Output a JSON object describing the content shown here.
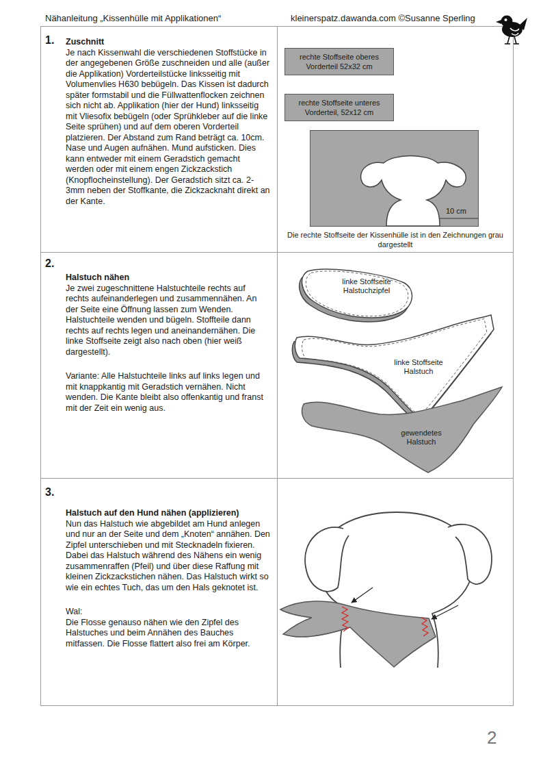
{
  "diagram": {
    "title": "Nähanleitung „Kissenhülle mit Applikationen“",
    "nodes": [
      {
        "text": [
          "1.",
          "Zuschnitt",
          "Je nach Kissenwahl die verschiedenen Stoffstücke in der angegebenen Größe zuschneiden und alle (außer die Applikation) Vorderteilstücke linksseitig mit Volumenvlies H630 bebügeln. Das Kissen ist dadurch später formstabil und die Füllwattenflocken zeichnen sich nicht ab. Applikation (hier der Hund) linksseitig mit Vliesofix bebügeln (oder Sprühkleber auf die linke Seite sprühen) und auf dem oberen Vorderteil platzieren. Der Abstand zum Rand beträgt ca. 10cm. Nase und Augen aufnähen. Mund aufsticken. Dies kann entweder mit einem Geradstich gemacht werden oder mit einem engen Zickzackstich (Knopflocheinstellung). Der Geradstich sitzt ca. 2-3mm neben der Stoffkante, die Zickzacknaht direkt an der Kante."
        ]
      },
      {
        "text": [
          "rechte Stoffseite oberes Vorderteil 52x32 cm"
        ]
      },
      {
        "text": [
          "rechte Stoffseite unteres Vorderteil, 52x12 cm"
        ]
      },
      {
        "text": [
          "2.",
          "Halstuch nähen",
          "Je zwei zugeschnittene Halstuchteile rechts auf rechts aufeinanderlegen und zusammennähen. An der Seite eine Öffnung lassen zum Wenden. Halstuchteile wenden und bügeln. Stoffteile dann rechts auf rechts legen und aneinandernähen. Die linke Stoffseite zeigt also nach oben (hier weiß dargestellt).",
          "Variante: Alle Halstuchteile links auf links legen und mit knappkantig mit Geradstich vernähen. Nicht wenden. Die Kante bleibt also offenkantig und franst mit der Zeit ein wenig aus."
        ]
      },
      {
        "text": [
          "linke Stoffseite Halstuchzipfel"
        ]
      },
      {
        "text": [
          "linke Stoffseite Halstuch"
        ]
      },
      {
        "text": [
          "gewendetes Halstuch"
        ]
      },
      {
        "text": [
          "3.",
          "Halstuch auf den Hund nähen (applizieren)",
          "Nun das Halstuch wie abgebildet am Hund anlegen und nur an der Seite und dem „Knoten“ annähen. Den Zipfel unterschieben und mit Stecknadeln fixieren. Dabei das Halstuch während des Nähens ein wenig zusammenraffen (Pfeil) und über diese Raffung mit kleinen Zickzackstichen nähen. Das Halstuch wirkt so wie ein echtes Tuch, das um den Hals geknotet ist.",
          "Wal:",
          "Die Flosse genauso nähen wie den Zipfel des Halstuches und beim Annähen des Bauches mitfassen. Die Flosse flattert also frei am Körper."
        ]
      }
    ],
    "labels": [
      "kleinerspatz.dawanda.com ©Susanne Sperling",
      "10 cm",
      "Die rechte Stoffseite der Kissenhülle ist in den Zeichnungen grau dargestellt",
      "2"
    ]
  }
}
